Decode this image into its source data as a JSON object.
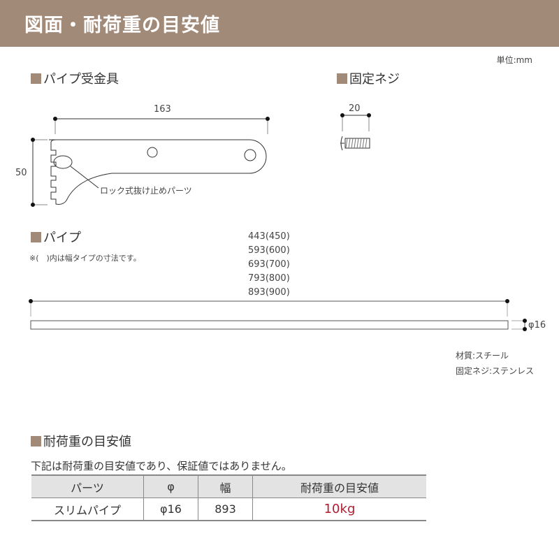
{
  "header": {
    "title": "図面・耐荷重の目安値"
  },
  "unit_label": "単位:mm",
  "sections": {
    "bracket": {
      "title": "パイプ受金具",
      "width_dim": "163",
      "height_dim": "50",
      "callout": "ロック式抜け止めパーツ"
    },
    "screw": {
      "title": "固定ネジ",
      "length_dim": "20"
    },
    "pipe": {
      "title": "パイプ",
      "note": "※(　)内は幅タイプの寸法です。",
      "lengths": [
        "443(450)",
        "593(600)",
        "693(700)",
        "793(800)",
        "893(900)"
      ],
      "diameter_dim": "φ16"
    },
    "materials": {
      "material": "材質:スチール",
      "screw_material": "固定ネジ:ステンレス"
    },
    "load": {
      "title": "耐荷重の目安値",
      "note": "下記は耐荷重の目安値であり、保証値ではありません。",
      "columns": [
        "パーツ",
        "φ",
        "幅",
        "耐荷重の目安値"
      ],
      "rows": [
        {
          "part": "スリムパイプ",
          "diameter": "φ16",
          "width": "893",
          "load": "10kg"
        }
      ]
    }
  },
  "colors": {
    "accent": "#a28a79",
    "highlight": "#b01c2e",
    "table_header": "#e3e3e3"
  }
}
